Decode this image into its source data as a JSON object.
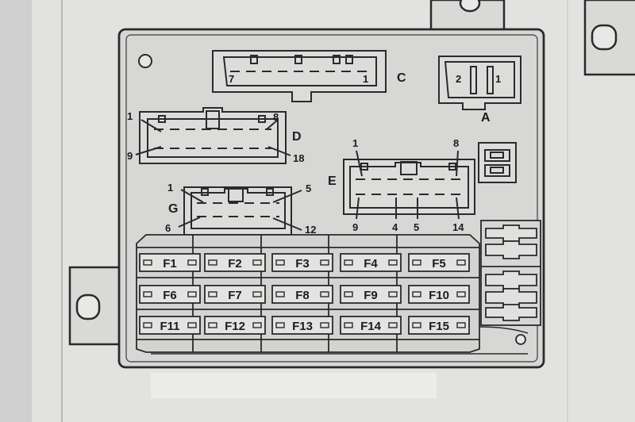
{
  "connectors": {
    "A": {
      "letter": "A",
      "pins": [
        "2",
        "1"
      ]
    },
    "C": {
      "letter": "C",
      "pins": [
        "7",
        "1"
      ]
    },
    "D": {
      "letter": "D",
      "pins": [
        "1",
        "8",
        "9",
        "18"
      ]
    },
    "E": {
      "letter": "E",
      "pins": [
        "1",
        "8",
        "9",
        "4",
        "5",
        "14"
      ]
    },
    "G": {
      "letter": "G",
      "pins": [
        "1",
        "5",
        "6",
        "12"
      ]
    }
  },
  "fuses": [
    "F1",
    "F2",
    "F3",
    "F4",
    "F5",
    "F6",
    "F7",
    "F8",
    "F9",
    "F10",
    "F11",
    "F12",
    "F13",
    "F14",
    "F15"
  ],
  "colors": {
    "page": "#e4e5e3",
    "box": "#d7d8d6",
    "line": "#2a2a2a",
    "background": "#cfd0cf"
  }
}
